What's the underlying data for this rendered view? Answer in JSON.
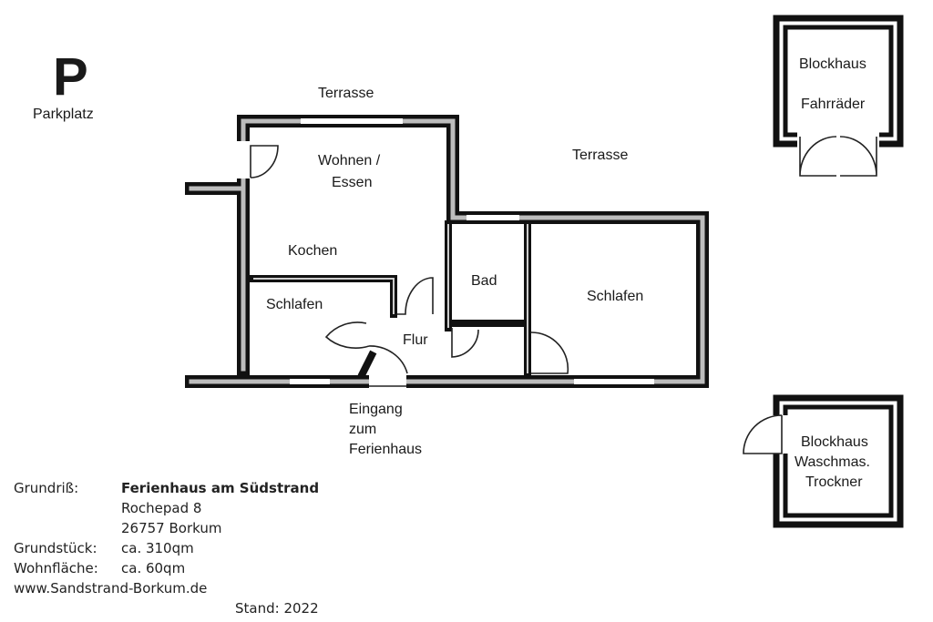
{
  "parking": {
    "symbol": "P",
    "label": "Parkplatz"
  },
  "plan": {
    "terrace_top": "Terrasse",
    "terrace_right": "Terrasse",
    "rooms": {
      "living_line1": "Wohnen /",
      "living_line2": "Essen",
      "kitchen": "Kochen",
      "bedroom_small": "Schlafen",
      "bath": "Bad",
      "hall": "Flur",
      "bedroom_large": "Schlafen"
    },
    "entrance": [
      "Eingang",
      "zum",
      "Ferienhaus"
    ]
  },
  "sheds": {
    "top": [
      "Blockhaus",
      "Fahrräder"
    ],
    "bottom": [
      "Blockhaus",
      "Waschmas.",
      "Trockner"
    ]
  },
  "info": {
    "floorplan_label": "Grundriß:",
    "name": "Ferienhaus am Südstrand",
    "street": "Rochepad 8",
    "city": "26757 Borkum",
    "plot_label": "Grundstück:",
    "plot_value": "ca. 310qm",
    "living_label": "Wohnfläche:",
    "living_value": "ca. 60qm",
    "website": "www.Sandstrand-Borkum.de",
    "status": "Stand: 2022"
  }
}
